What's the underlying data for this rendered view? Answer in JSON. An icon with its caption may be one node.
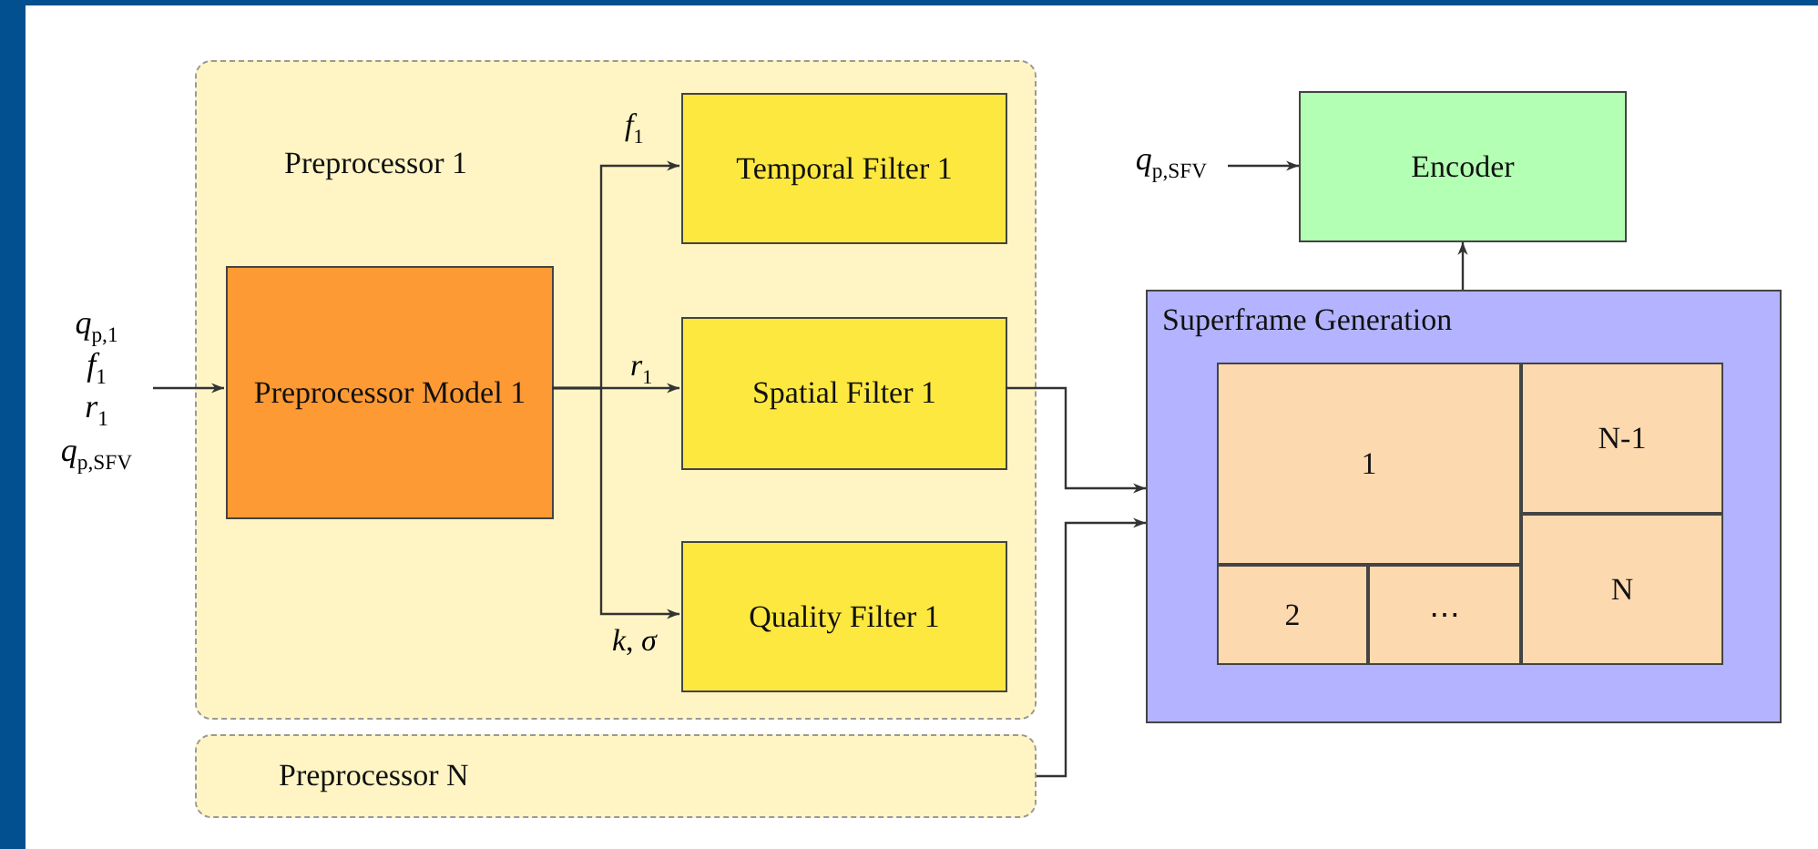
{
  "diagram": {
    "nodes": [
      {
        "text": [
          "Preprocessor 1"
        ]
      },
      {
        "text": [
          "Preprocessor Model 1"
        ],
        "in": 0
      },
      {
        "text": [
          "Temporal Filter 1"
        ],
        "in": 0
      },
      {
        "text": [
          "Spatial Filter 1"
        ],
        "in": 0
      },
      {
        "text": [
          "Quality Filter 1"
        ],
        "in": 0
      },
      {
        "text": [
          "Preprocessor N"
        ]
      },
      {
        "text": [
          "Encoder"
        ]
      },
      {
        "text": [
          "Superframe Generation"
        ]
      },
      {
        "text": [
          "1"
        ],
        "in": 7
      },
      {
        "text": [
          "N-1"
        ],
        "in": 7
      },
      {
        "text": [
          "2"
        ],
        "in": 7
      },
      {
        "text": [
          "⋯"
        ],
        "in": 7
      },
      {
        "text": [
          "N"
        ],
        "in": 7
      },
      {
        "text": [
          "*q*$_{p,1}$",
          "*f*$_{1}$",
          "*r*$_{1}$",
          "*q*$_{p,SFV}$"
        ]
      },
      {
        "text": [
          "*q*$_{p,SFV}$"
        ]
      }
    ],
    "edges": [
      {
        "from": 13,
        "to": 1,
        "arrow": "to"
      },
      {
        "from": 1,
        "to": 2,
        "arrow": "to",
        "label": "*f*$_{1}$"
      },
      {
        "from": 1,
        "to": 3,
        "arrow": "to",
        "label": "*r*$_{1}$"
      },
      {
        "from": 1,
        "to": 4,
        "arrow": "to",
        "label": "*k*, *σ*"
      },
      {
        "from": 3,
        "to": 7,
        "arrow": "to"
      },
      {
        "from": 5,
        "to": 7,
        "arrow": "to"
      },
      {
        "from": 14,
        "to": 6,
        "arrow": "to"
      },
      {
        "from": 7,
        "to": 6,
        "arrow": "to"
      }
    ]
  }
}
